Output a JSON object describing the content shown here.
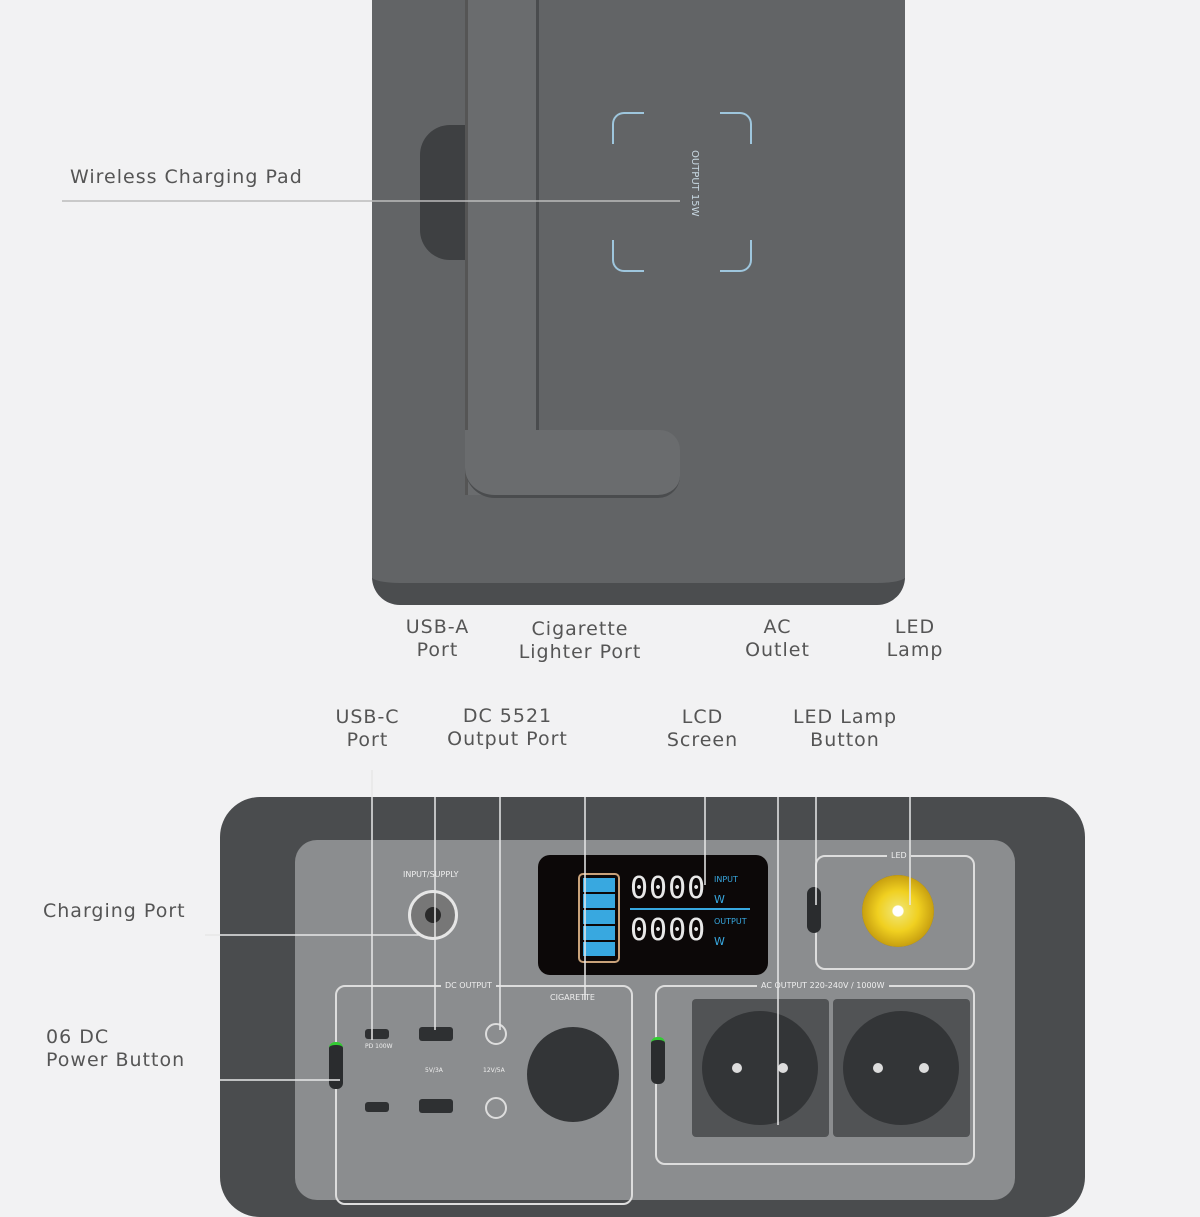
{
  "callouts": {
    "wireless_pad": "Wireless Charging Pad",
    "usb_a": "USB-A\nPort",
    "cigarette": "Cigarette\nLighter Port",
    "ac_outlet": "AC\nOutlet",
    "led_lamp": "LED\nLamp",
    "usb_c": "USB-C\nPort",
    "dc5521": "DC 5521\nOutput Port",
    "lcd": "LCD\nScreen",
    "led_button": "LED Lamp\nButton",
    "charging_port": "Charging Port",
    "dc_power": "06 DC\nPower Button"
  },
  "device": {
    "pad_text": "OUTPUT 15W",
    "input_label": "INPUT/SUPPLY",
    "lcd_input": "0000",
    "lcd_output": "0000",
    "lcd_input_label": "INPUT",
    "lcd_output_label": "OUTPUT",
    "unit": "W",
    "led_label": "LED",
    "dc_output": "DC OUTPUT",
    "cigarette": "CIGARETTE",
    "ac_output": "AC OUTPUT 220-240V / 1000W",
    "pd": "PD 100W",
    "usb": "5V/3A",
    "dc": "12V/5A"
  },
  "colors": {
    "lcd_blue": "#38a8e0",
    "led_yellow": "#f0d020",
    "pad_blue": "#9ec6dd"
  }
}
